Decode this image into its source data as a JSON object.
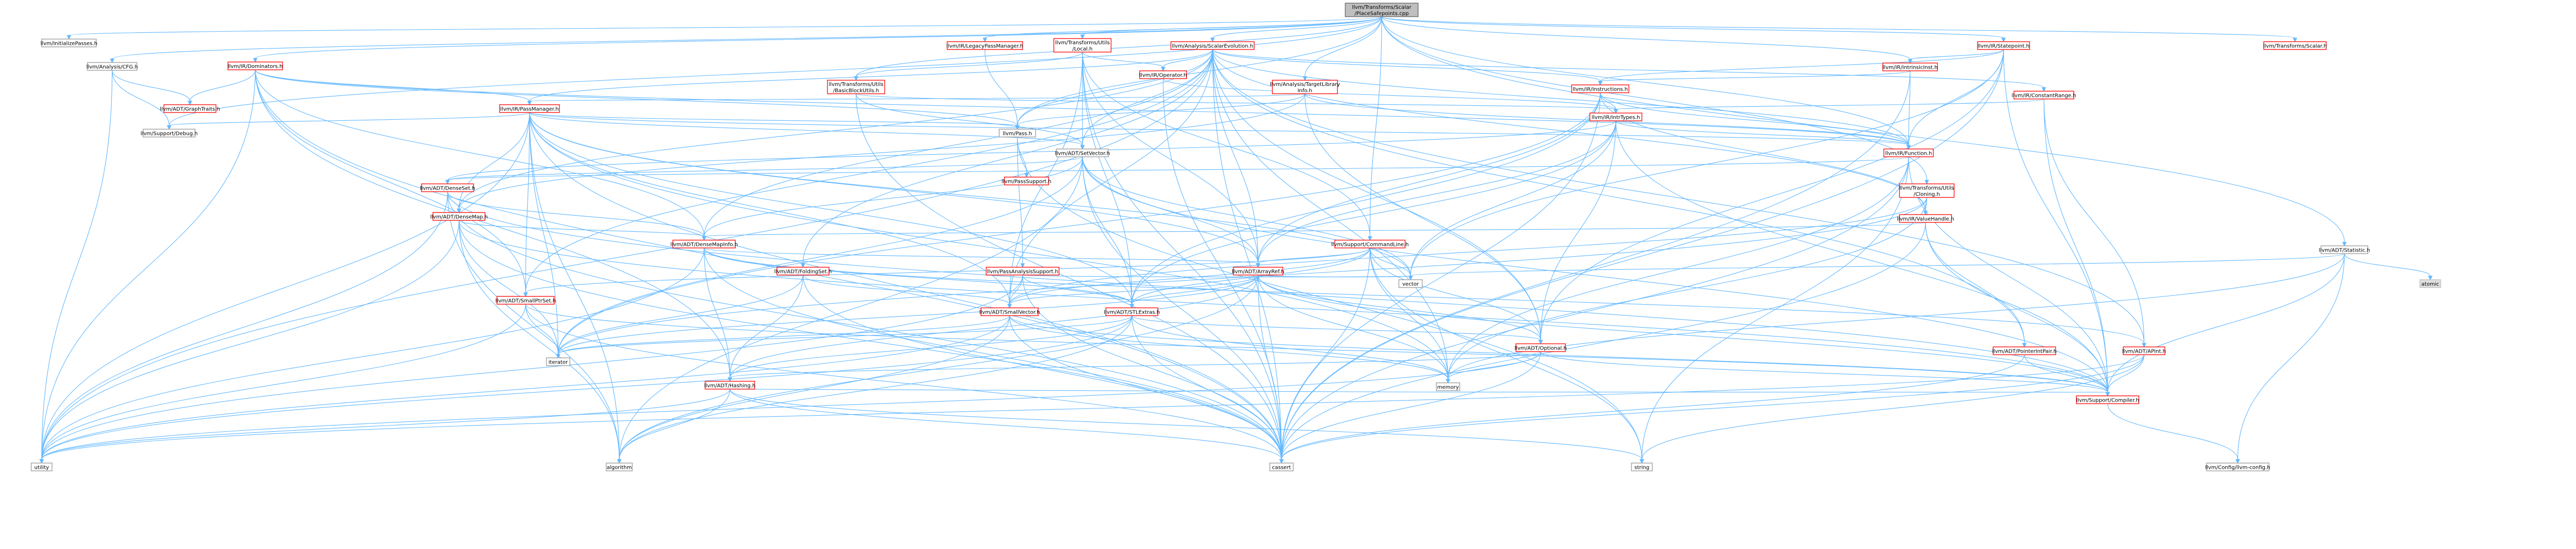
{
  "colors": {
    "root_fill": "#bfbfbf",
    "node_fill": "#ffffff",
    "normal_border": "#999999",
    "red_border": "#ff0000",
    "red_text": "#000000",
    "edge": "#63b8ff"
  },
  "nodes": [
    {
      "id": "root",
      "lines": [
        "llvm/Transforms/Scalar",
        "/PlaceSafepoints.cpp"
      ],
      "kind": "root"
    },
    {
      "id": "initpasses",
      "lines": [
        "llvm/InitializePasses.h"
      ],
      "kind": "normal"
    },
    {
      "id": "cfg",
      "lines": [
        "llvm/Analysis/CFG.h"
      ],
      "kind": "normal"
    },
    {
      "id": "dominators",
      "lines": [
        "llvm/IR/Dominators.h"
      ],
      "kind": "red"
    },
    {
      "id": "legacypm",
      "lines": [
        "llvm/IR/LegacyPassManager.h"
      ],
      "kind": "red"
    },
    {
      "id": "utilslocal",
      "lines": [
        "llvm/Transforms/Utils",
        "/Local.h"
      ],
      "kind": "red"
    },
    {
      "id": "scev",
      "lines": [
        "llvm/Analysis/ScalarEvolution.h"
      ],
      "kind": "red"
    },
    {
      "id": "bbutils",
      "lines": [
        "llvm/Transforms/Utils",
        "/BasicBlockUtils.h"
      ],
      "kind": "red"
    },
    {
      "id": "tli",
      "lines": [
        "llvm/Analysis/TargetLibrary",
        "Info.h"
      ],
      "kind": "red"
    },
    {
      "id": "statepoint",
      "lines": [
        "llvm/IR/Statepoint.h"
      ],
      "kind": "red"
    },
    {
      "id": "intrinsicinst",
      "lines": [
        "llvm/IR/IntrinsicInst.h"
      ],
      "kind": "red"
    },
    {
      "id": "transforms_scalar",
      "lines": [
        "llvm/Transforms/Scalar.h"
      ],
      "kind": "red"
    },
    {
      "id": "statistic",
      "lines": [
        "llvm/ADT/Statistic.h"
      ],
      "kind": "normal"
    },
    {
      "id": "operator",
      "lines": [
        "llvm/IR/Operator.h"
      ],
      "kind": "red"
    },
    {
      "id": "instructions",
      "lines": [
        "llvm/IR/Instructions.h"
      ],
      "kind": "red"
    },
    {
      "id": "constantrange",
      "lines": [
        "llvm/IR/ConstantRange.h"
      ],
      "kind": "red"
    },
    {
      "id": "passmanager",
      "lines": [
        "llvm/IR/PassManager.h"
      ],
      "kind": "red"
    },
    {
      "id": "graphtraits",
      "lines": [
        "llvm/ADT/GraphTraits.h"
      ],
      "kind": "red"
    },
    {
      "id": "debug",
      "lines": [
        "llvm/Support/Debug.h"
      ],
      "kind": "normal"
    },
    {
      "id": "pass",
      "lines": [
        "llvm/Pass.h"
      ],
      "kind": "normal"
    },
    {
      "id": "intrtypes",
      "lines": [
        "llvm/IR/IntrTypes.h"
      ],
      "kind": "red"
    },
    {
      "id": "setvector",
      "lines": [
        "llvm/ADT/SetVector.h"
      ],
      "kind": "normal"
    },
    {
      "id": "function",
      "lines": [
        "llvm/IR/Function.h"
      ],
      "kind": "red"
    },
    {
      "id": "passsupport",
      "lines": [
        "llvm/PassSupport.h"
      ],
      "kind": "red"
    },
    {
      "id": "denseset",
      "lines": [
        "llvm/ADT/DenseSet.h"
      ],
      "kind": "red"
    },
    {
      "id": "cloning",
      "lines": [
        "llvm/Transforms/Utils",
        "/Cloning.h"
      ],
      "kind": "red"
    },
    {
      "id": "densemap",
      "lines": [
        "llvm/ADT/DenseMap.h"
      ],
      "kind": "red"
    },
    {
      "id": "valuehandle",
      "lines": [
        "llvm/IR/ValueHandle.h"
      ],
      "kind": "red"
    },
    {
      "id": "densemapinfo",
      "lines": [
        "llvm/ADT/DenseMapInfo.h"
      ],
      "kind": "red"
    },
    {
      "id": "commandline",
      "lines": [
        "llvm/Support/CommandLine.h"
      ],
      "kind": "red"
    },
    {
      "id": "foldingset",
      "lines": [
        "llvm/ADT/FoldingSet.h"
      ],
      "kind": "red"
    },
    {
      "id": "passanalysissupport",
      "lines": [
        "llvm/PassAnalysisSupport.h"
      ],
      "kind": "red"
    },
    {
      "id": "arrayref",
      "lines": [
        "llvm/ADT/ArrayRef.h"
      ],
      "kind": "red"
    },
    {
      "id": "vector",
      "lines": [
        "vector"
      ],
      "kind": "normal"
    },
    {
      "id": "atomic",
      "lines": [
        "atomic"
      ],
      "kind": "gray"
    },
    {
      "id": "smallptrset",
      "lines": [
        "llvm/ADT/SmallPtrSet.h"
      ],
      "kind": "red"
    },
    {
      "id": "smallvector",
      "lines": [
        "llvm/ADT/SmallVector.h"
      ],
      "kind": "red"
    },
    {
      "id": "stlextras",
      "lines": [
        "llvm/ADT/STLExtras.h"
      ],
      "kind": "red"
    },
    {
      "id": "optional",
      "lines": [
        "llvm/ADT/Optional.h"
      ],
      "kind": "red"
    },
    {
      "id": "pointerintpair",
      "lines": [
        "llvm/ADT/PointerIntPair.h"
      ],
      "kind": "red"
    },
    {
      "id": "apint",
      "lines": [
        "llvm/ADT/APInt.h"
      ],
      "kind": "red"
    },
    {
      "id": "iterator",
      "lines": [
        "iterator"
      ],
      "kind": "normal"
    },
    {
      "id": "hashing",
      "lines": [
        "llvm/ADT/Hashing.h"
      ],
      "kind": "red"
    },
    {
      "id": "memory",
      "lines": [
        "memory"
      ],
      "kind": "normal"
    },
    {
      "id": "compiler",
      "lines": [
        "llvm/Support/Compiler.h"
      ],
      "kind": "red"
    },
    {
      "id": "utility",
      "lines": [
        "utility"
      ],
      "kind": "normal"
    },
    {
      "id": "algorithm",
      "lines": [
        "algorithm"
      ],
      "kind": "normal"
    },
    {
      "id": "cassert",
      "lines": [
        "cassert"
      ],
      "kind": "normal"
    },
    {
      "id": "string",
      "lines": [
        "string"
      ],
      "kind": "normal"
    },
    {
      "id": "llvmconfig",
      "lines": [
        "llvm/Config/llvm-config.h"
      ],
      "kind": "normal"
    }
  ],
  "edges": [
    [
      "root",
      "initpasses"
    ],
    [
      "root",
      "cfg"
    ],
    [
      "root",
      "dominators"
    ],
    [
      "root",
      "legacypm"
    ],
    [
      "root",
      "utilslocal"
    ],
    [
      "root",
      "scev"
    ],
    [
      "root",
      "bbutils"
    ],
    [
      "root",
      "tli"
    ],
    [
      "root",
      "statepoint"
    ],
    [
      "root",
      "intrinsicinst"
    ],
    [
      "root",
      "transforms_scalar"
    ],
    [
      "root",
      "statistic"
    ],
    [
      "root",
      "pass"
    ],
    [
      "root",
      "debug"
    ],
    [
      "root",
      "function"
    ],
    [
      "root",
      "cloning"
    ],
    [
      "root",
      "commandline"
    ],
    [
      "cfg",
      "graphtraits"
    ],
    [
      "cfg",
      "utility"
    ],
    [
      "cfg",
      "debug"
    ],
    [
      "dominators",
      "passmanager"
    ],
    [
      "dominators",
      "graphtraits"
    ],
    [
      "dominators",
      "densemapinfo"
    ],
    [
      "dominators",
      "smallptrset"
    ],
    [
      "dominators",
      "hashing"
    ],
    [
      "dominators",
      "cassert"
    ],
    [
      "dominators",
      "utility"
    ],
    [
      "dominators",
      "pass"
    ],
    [
      "dominators",
      "function"
    ],
    [
      "legacypm",
      "pass"
    ],
    [
      "utilslocal",
      "operator"
    ],
    [
      "utilslocal",
      "bbutils"
    ],
    [
      "utilslocal",
      "setvector"
    ],
    [
      "utilslocal",
      "arrayref"
    ],
    [
      "utilslocal",
      "smallvector"
    ],
    [
      "utilslocal",
      "stlextras"
    ],
    [
      "utilslocal",
      "cassert"
    ],
    [
      "utilslocal",
      "commandline"
    ],
    [
      "scev",
      "instructions"
    ],
    [
      "scev",
      "constantrange"
    ],
    [
      "scev",
      "passmanager"
    ],
    [
      "scev",
      "pass"
    ],
    [
      "scev",
      "function"
    ],
    [
      "scev",
      "valuehandle"
    ],
    [
      "scev",
      "densemap"
    ],
    [
      "scev",
      "densemapinfo"
    ],
    [
      "scev",
      "foldingset"
    ],
    [
      "scev",
      "setvector"
    ],
    [
      "scev",
      "smallptrset"
    ],
    [
      "scev",
      "smallvector"
    ],
    [
      "scev",
      "arrayref"
    ],
    [
      "scev",
      "optional"
    ],
    [
      "scev",
      "pointerintpair"
    ],
    [
      "scev",
      "apint"
    ],
    [
      "scev",
      "memory"
    ],
    [
      "scev",
      "utility"
    ],
    [
      "scev",
      "cassert"
    ],
    [
      "scev",
      "operator"
    ],
    [
      "bbutils",
      "setvector"
    ],
    [
      "bbutils",
      "intrtypes"
    ],
    [
      "bbutils",
      "cassert"
    ],
    [
      "tli",
      "passmanager"
    ],
    [
      "tli",
      "pass"
    ],
    [
      "tli",
      "function"
    ],
    [
      "tli",
      "densemap"
    ],
    [
      "tli",
      "optional"
    ],
    [
      "statepoint",
      "intrinsicinst"
    ],
    [
      "statepoint",
      "function"
    ],
    [
      "statepoint",
      "instructions"
    ],
    [
      "statepoint",
      "optional"
    ],
    [
      "statepoint",
      "compiler"
    ],
    [
      "statepoint",
      "cassert"
    ],
    [
      "statepoint",
      "vector"
    ],
    [
      "intrinsicinst",
      "instructions"
    ],
    [
      "intrinsicinst",
      "function"
    ],
    [
      "intrinsicinst",
      "cassert"
    ],
    [
      "statistic",
      "compiler"
    ],
    [
      "statistic",
      "llvmconfig"
    ],
    [
      "statistic",
      "atomic"
    ],
    [
      "statistic",
      "memory"
    ],
    [
      "statistic",
      "vector"
    ],
    [
      "operator",
      "intrtypes"
    ],
    [
      "operator",
      "cassert"
    ],
    [
      "instructions",
      "intrtypes"
    ],
    [
      "instructions",
      "function"
    ],
    [
      "instructions",
      "valuehandle"
    ],
    [
      "instructions",
      "arrayref"
    ],
    [
      "instructions",
      "stlextras"
    ],
    [
      "instructions",
      "iterator"
    ],
    [
      "instructions",
      "cassert"
    ],
    [
      "constantrange",
      "apint"
    ],
    [
      "constantrange",
      "compiler"
    ],
    [
      "constantrange",
      "intrtypes"
    ],
    [
      "passmanager",
      "function"
    ],
    [
      "passmanager",
      "densemap"
    ],
    [
      "passmanager",
      "setvector"
    ],
    [
      "passmanager",
      "smallptrset"
    ],
    [
      "passmanager",
      "stlextras"
    ],
    [
      "passmanager",
      "arrayref"
    ],
    [
      "passmanager",
      "smallvector"
    ],
    [
      "passmanager",
      "debug"
    ],
    [
      "passmanager",
      "algorithm"
    ],
    [
      "passmanager",
      "cassert"
    ],
    [
      "passmanager",
      "iterator"
    ],
    [
      "passmanager",
      "memory"
    ],
    [
      "passmanager",
      "utility"
    ],
    [
      "passmanager",
      "vector"
    ],
    [
      "passmanager",
      "pass"
    ],
    [
      "pass",
      "passsupport"
    ],
    [
      "pass",
      "passanalysissupport"
    ],
    [
      "pass",
      "string"
    ],
    [
      "intrtypes",
      "function"
    ],
    [
      "intrtypes",
      "arrayref"
    ],
    [
      "intrtypes",
      "stlextras"
    ],
    [
      "intrtypes",
      "optional"
    ],
    [
      "intrtypes",
      "vector"
    ],
    [
      "intrtypes",
      "compiler"
    ],
    [
      "intrtypes",
      "denseset"
    ],
    [
      "setvector",
      "densemapinfo"
    ],
    [
      "setvector",
      "arrayref"
    ],
    [
      "setvector",
      "denseset"
    ],
    [
      "setvector",
      "stlextras"
    ],
    [
      "setvector",
      "compiler"
    ],
    [
      "setvector",
      "algorithm"
    ],
    [
      "setvector",
      "cassert"
    ],
    [
      "setvector",
      "iterator"
    ],
    [
      "setvector",
      "vector"
    ],
    [
      "function",
      "denseset"
    ],
    [
      "function",
      "compiler"
    ],
    [
      "function",
      "cassert"
    ],
    [
      "function",
      "memory"
    ],
    [
      "function",
      "string"
    ],
    [
      "denseset",
      "densemap"
    ],
    [
      "denseset",
      "densemapinfo"
    ],
    [
      "denseset",
      "compiler"
    ],
    [
      "denseset",
      "algorithm"
    ],
    [
      "denseset",
      "cassert"
    ],
    [
      "denseset",
      "utility"
    ],
    [
      "cloning",
      "valuehandle"
    ],
    [
      "cloning",
      "smallvector"
    ],
    [
      "cloning",
      "memory"
    ],
    [
      "cloning",
      "iterator"
    ],
    [
      "densemap",
      "densemapinfo"
    ],
    [
      "densemap",
      "compiler"
    ],
    [
      "densemap",
      "algorithm"
    ],
    [
      "densemap",
      "cassert"
    ],
    [
      "densemap",
      "iterator"
    ],
    [
      "densemap",
      "utility"
    ],
    [
      "valuehandle",
      "densemapinfo"
    ],
    [
      "valuehandle",
      "pointerintpair"
    ],
    [
      "valuehandle",
      "compiler"
    ],
    [
      "valuehandle",
      "cassert"
    ],
    [
      "densemapinfo",
      "apint"
    ],
    [
      "densemapinfo",
      "hashing"
    ],
    [
      "densemapinfo",
      "arrayref"
    ],
    [
      "densemapinfo",
      "stlextras"
    ],
    [
      "densemapinfo",
      "cassert"
    ],
    [
      "densemapinfo",
      "utility"
    ],
    [
      "commandline",
      "arrayref"
    ],
    [
      "commandline",
      "smallptrset"
    ],
    [
      "commandline",
      "smallvector"
    ],
    [
      "commandline",
      "stlextras"
    ],
    [
      "commandline",
      "optional"
    ],
    [
      "commandline",
      "cassert"
    ],
    [
      "commandline",
      "memory"
    ],
    [
      "commandline",
      "string"
    ],
    [
      "commandline",
      "vector"
    ],
    [
      "foldingset",
      "smallvector"
    ],
    [
      "foldingset",
      "iterator"
    ],
    [
      "foldingset",
      "hashing"
    ],
    [
      "foldingset",
      "cassert"
    ],
    [
      "passanalysissupport",
      "smallvector"
    ],
    [
      "passanalysissupport",
      "stlextras"
    ],
    [
      "passanalysissupport",
      "cassert"
    ],
    [
      "passanalysissupport",
      "vector"
    ],
    [
      "passanalysissupport",
      "utility"
    ],
    [
      "arrayref",
      "hashing"
    ],
    [
      "arrayref",
      "smallvector"
    ],
    [
      "arrayref",
      "stlextras"
    ],
    [
      "arrayref",
      "compiler"
    ],
    [
      "arrayref",
      "algorithm"
    ],
    [
      "arrayref",
      "cassert"
    ],
    [
      "arrayref",
      "iterator"
    ],
    [
      "arrayref",
      "memory"
    ],
    [
      "arrayref",
      "vector"
    ],
    [
      "arrayref",
      "optional"
    ],
    [
      "smallptrset",
      "compiler"
    ],
    [
      "smallptrset",
      "cassert"
    ],
    [
      "smallptrset",
      "iterator"
    ],
    [
      "smallptrset",
      "utility"
    ],
    [
      "smallvector",
      "compiler"
    ],
    [
      "smallvector",
      "algorithm"
    ],
    [
      "smallvector",
      "cassert"
    ],
    [
      "smallvector",
      "iterator"
    ],
    [
      "smallvector",
      "memory"
    ],
    [
      "smallvector",
      "utility"
    ],
    [
      "stlextras",
      "optional"
    ],
    [
      "stlextras",
      "iterator"
    ],
    [
      "stlextras",
      "algorithm"
    ],
    [
      "stlextras",
      "cassert"
    ],
    [
      "stlextras",
      "memory"
    ],
    [
      "stlextras",
      "utility"
    ],
    [
      "stlextras",
      "hashing"
    ],
    [
      "optional",
      "compiler"
    ],
    [
      "optional",
      "cassert"
    ],
    [
      "optional",
      "memory"
    ],
    [
      "optional",
      "utility"
    ],
    [
      "optional",
      "hashing"
    ],
    [
      "pointerintpair",
      "compiler"
    ],
    [
      "pointerintpair",
      "cassert"
    ],
    [
      "apint",
      "compiler"
    ],
    [
      "apint",
      "cassert"
    ],
    [
      "apint",
      "string"
    ],
    [
      "apint",
      "utility"
    ],
    [
      "hashing",
      "compiler"
    ],
    [
      "hashing",
      "algorithm"
    ],
    [
      "hashing",
      "cassert"
    ],
    [
      "hashing",
      "string"
    ],
    [
      "hashing",
      "utility"
    ],
    [
      "compiler",
      "llvmconfig"
    ]
  ]
}
